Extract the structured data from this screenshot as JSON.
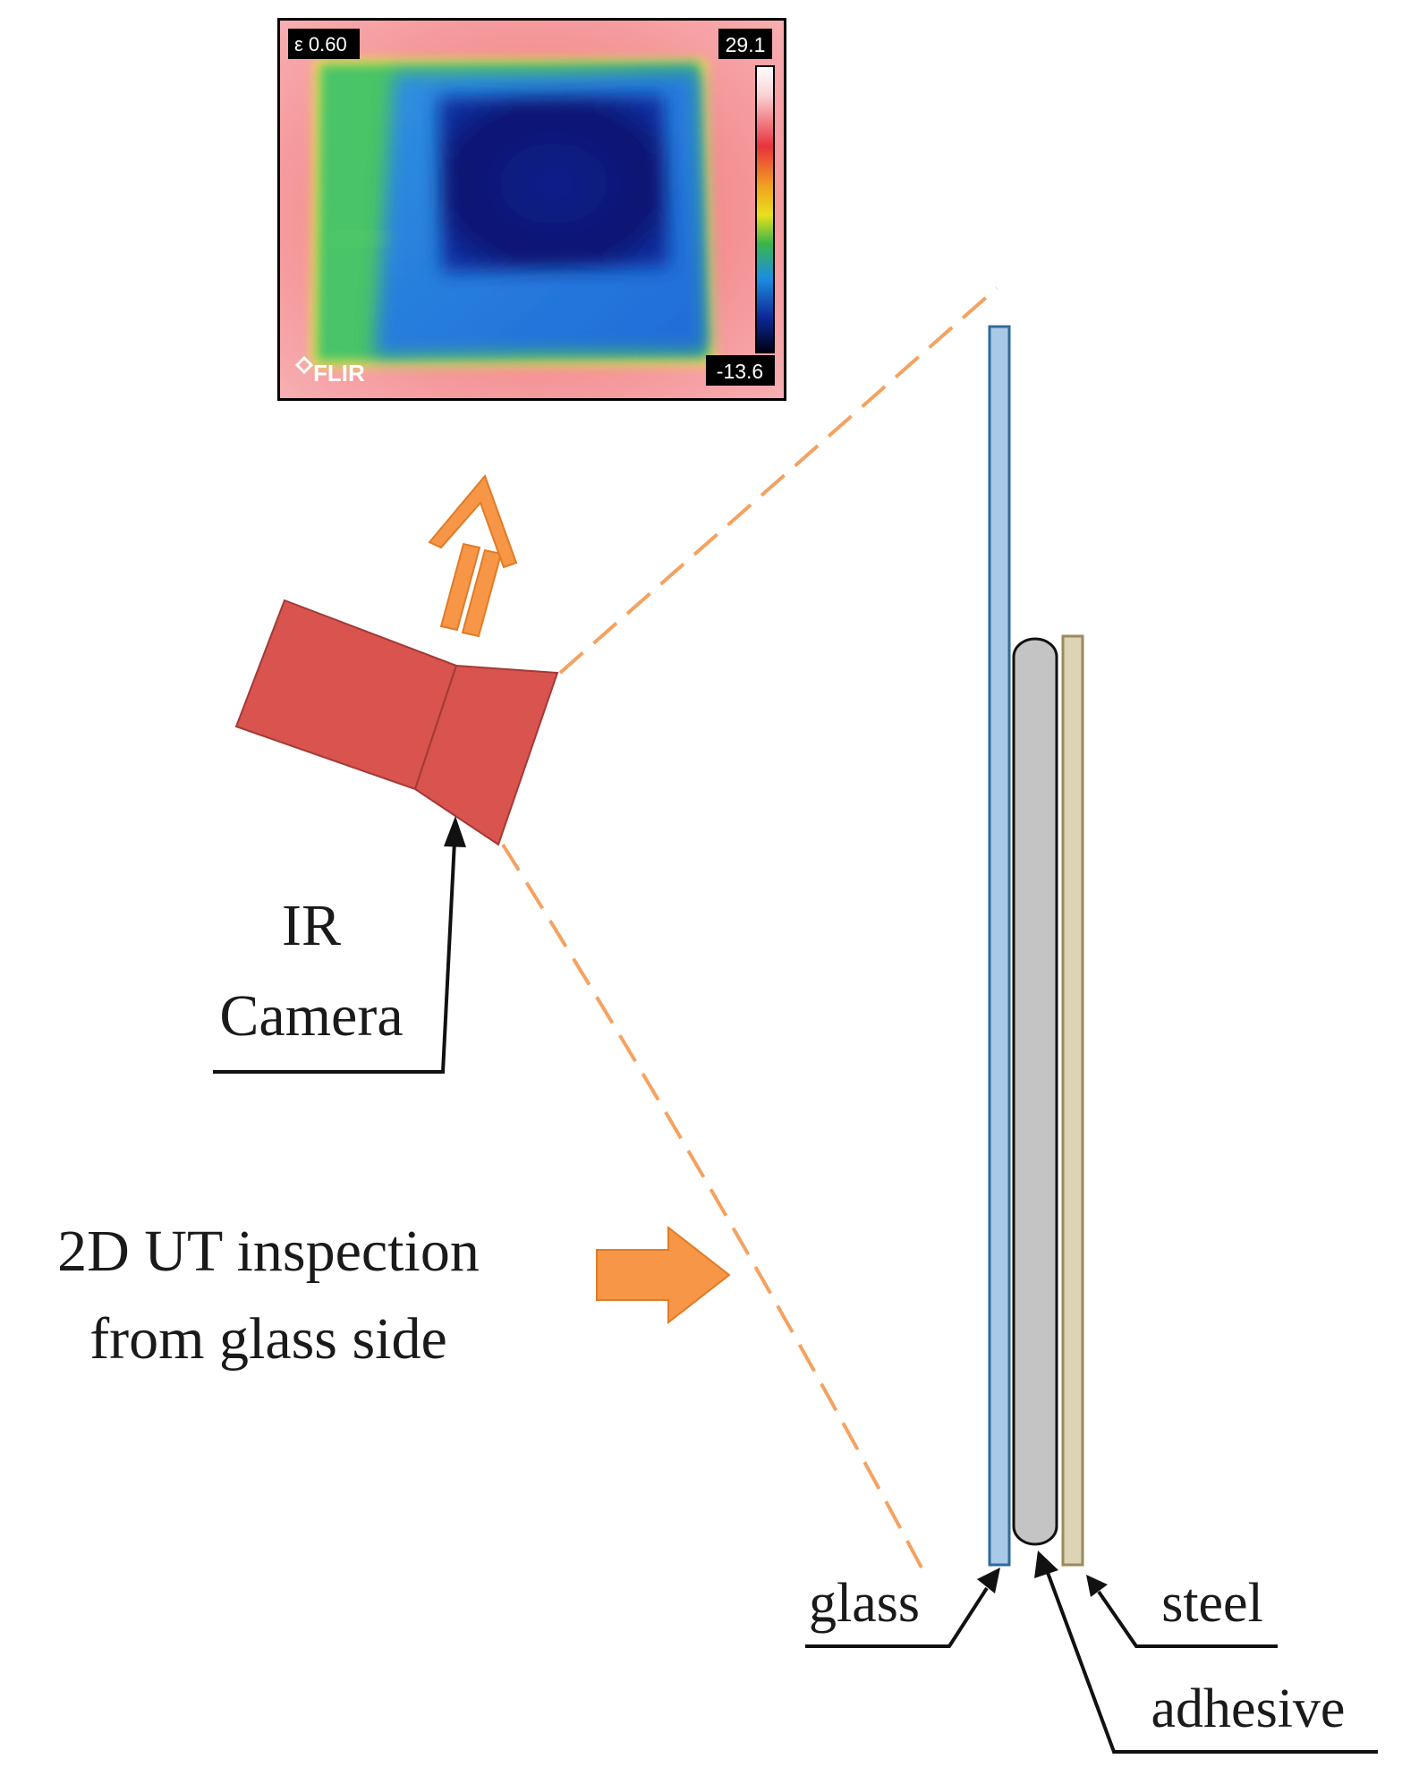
{
  "thermal_image": {
    "emissivity": "ε 0.60",
    "temp_max": "29.1",
    "temp_min": "-13.6",
    "logo_text": "FLIR"
  },
  "labels": {
    "camera_line1": "IR",
    "camera_line2": "Camera",
    "inspection_line1": "2D UT inspection",
    "inspection_line2": "from glass side",
    "glass": "glass",
    "adhesive": "adhesive",
    "steel": "steel"
  },
  "colors": {
    "camera_fill": "#d9534f",
    "camera_stroke": "#a33a36",
    "dashed_line": "#f4a261",
    "arrow_fill": "#f79646",
    "arrow_stroke": "#e07b27",
    "glass_fill": "#a9c9e8",
    "glass_stroke": "#2f6b9a",
    "adhesive_fill": "#c4c4c4",
    "adhesive_stroke": "#111111",
    "steel_fill": "#ddd3b5",
    "steel_stroke": "#9c8a5a"
  }
}
